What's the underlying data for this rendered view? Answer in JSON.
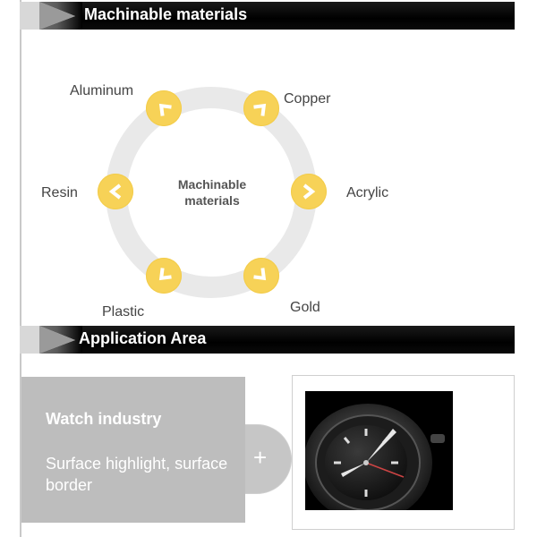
{
  "sections": {
    "materials_title": "Machinable materials",
    "application_title": "Application Area"
  },
  "materials": {
    "center_label": "Machinable materials",
    "items": [
      "Aluminum",
      "Copper",
      "Acrylic",
      "Gold",
      "Plastic",
      "Resin"
    ]
  },
  "application": {
    "card_title": "Watch industry",
    "card_description": "Surface highlight, surface border",
    "expand_symbol": "+",
    "image": "watch-photo"
  },
  "colors": {
    "accent": "#f7d257",
    "ring": "#e9e9e9",
    "bar": "#000000",
    "card": "#bdbdbd"
  }
}
